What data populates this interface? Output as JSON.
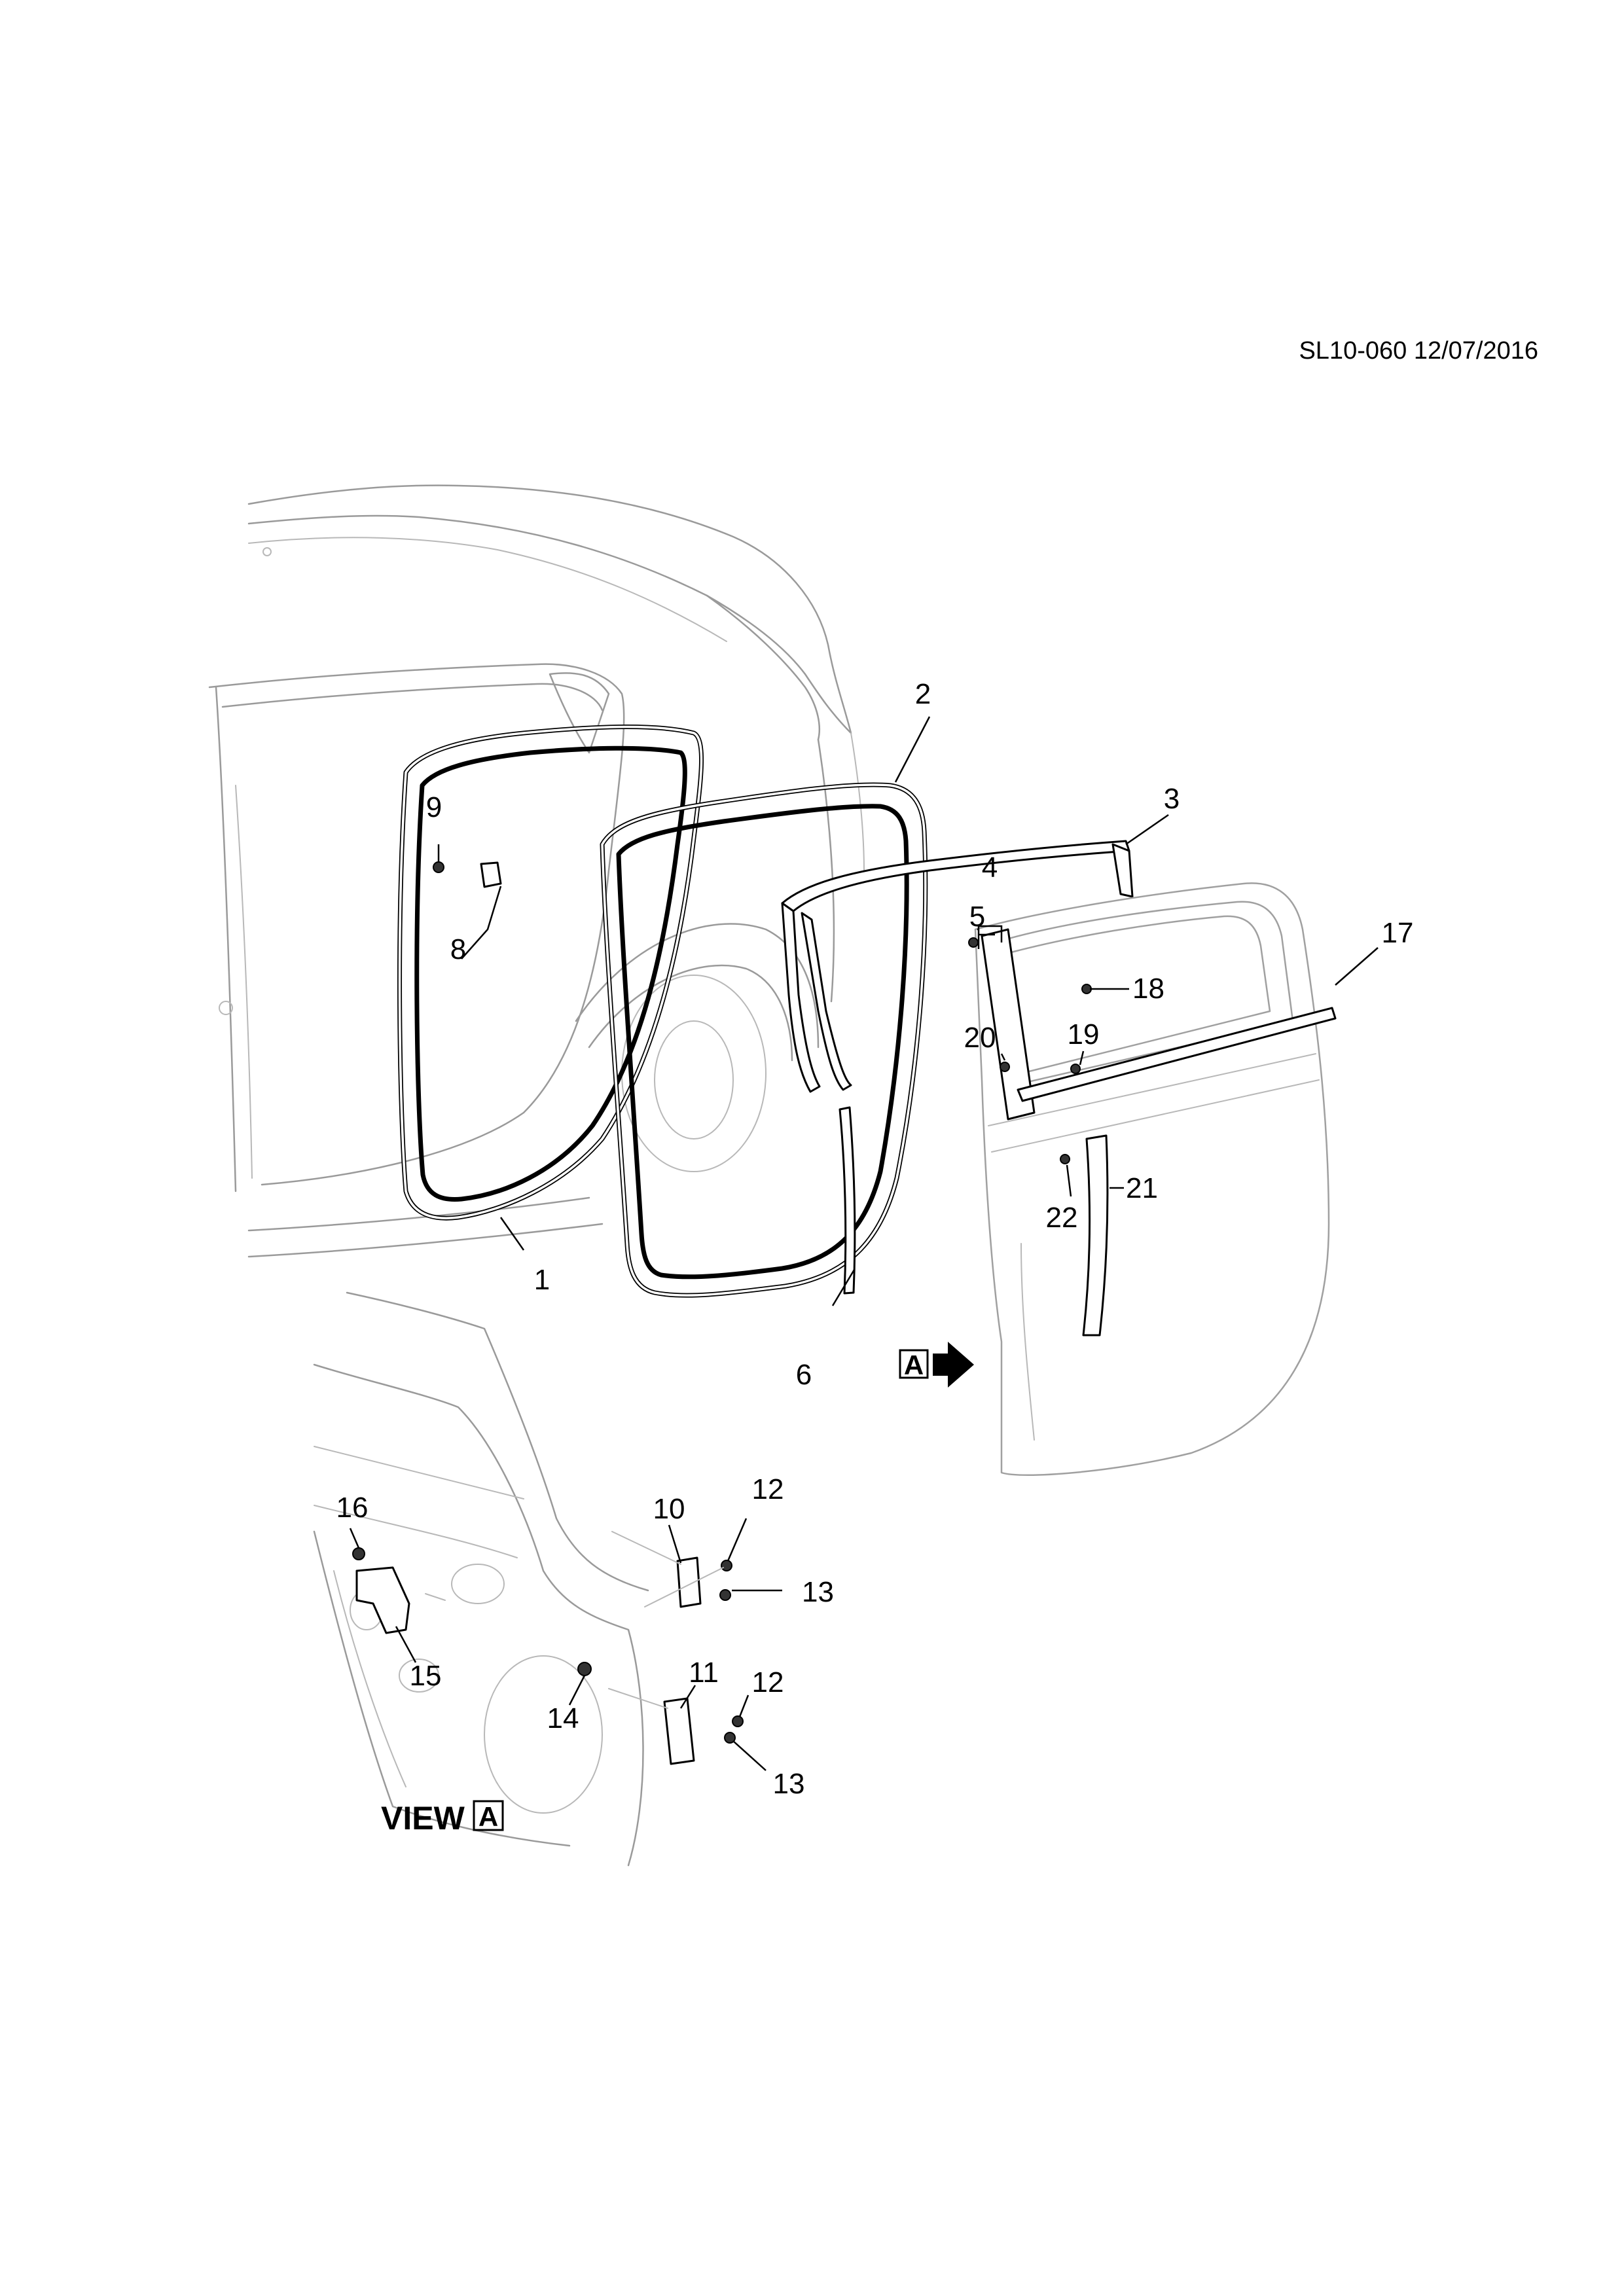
{
  "header": {
    "code": "SL10-060 12/07/2016"
  },
  "view_box_letter": "A",
  "view_label": "VIEW",
  "callouts": [
    {
      "id": "c1",
      "label": "1"
    },
    {
      "id": "c2",
      "label": "2"
    },
    {
      "id": "c3",
      "label": "3"
    },
    {
      "id": "c4",
      "label": "4"
    },
    {
      "id": "c5",
      "label": "5"
    },
    {
      "id": "c6",
      "label": "6"
    },
    {
      "id": "c8",
      "label": "8"
    },
    {
      "id": "c9",
      "label": "9"
    },
    {
      "id": "c10",
      "label": "10"
    },
    {
      "id": "c11",
      "label": "11"
    },
    {
      "id": "c12a",
      "label": "12"
    },
    {
      "id": "c12b",
      "label": "12"
    },
    {
      "id": "c13a",
      "label": "13"
    },
    {
      "id": "c13b",
      "label": "13"
    },
    {
      "id": "c14",
      "label": "14"
    },
    {
      "id": "c15",
      "label": "15"
    },
    {
      "id": "c16",
      "label": "16"
    },
    {
      "id": "c17",
      "label": "17"
    },
    {
      "id": "c18",
      "label": "18"
    },
    {
      "id": "c19",
      "label": "19"
    },
    {
      "id": "c20",
      "label": "20"
    },
    {
      "id": "c21",
      "label": "21"
    },
    {
      "id": "c22",
      "label": "22"
    }
  ]
}
